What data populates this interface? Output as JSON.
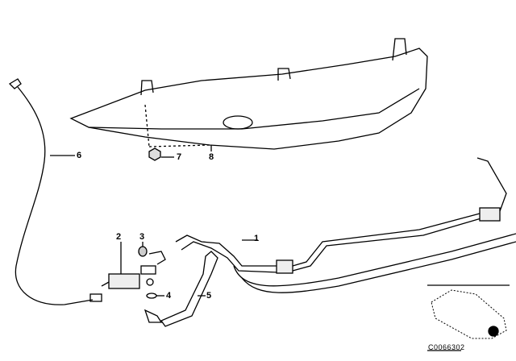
{
  "diagram": {
    "parts": [
      {
        "num": "1"
      },
      {
        "num": "2"
      },
      {
        "num": "3"
      },
      {
        "num": "4"
      },
      {
        "num": "5"
      },
      {
        "num": "6"
      },
      {
        "num": "7"
      },
      {
        "num": "8"
      }
    ],
    "code": "C0066302"
  }
}
